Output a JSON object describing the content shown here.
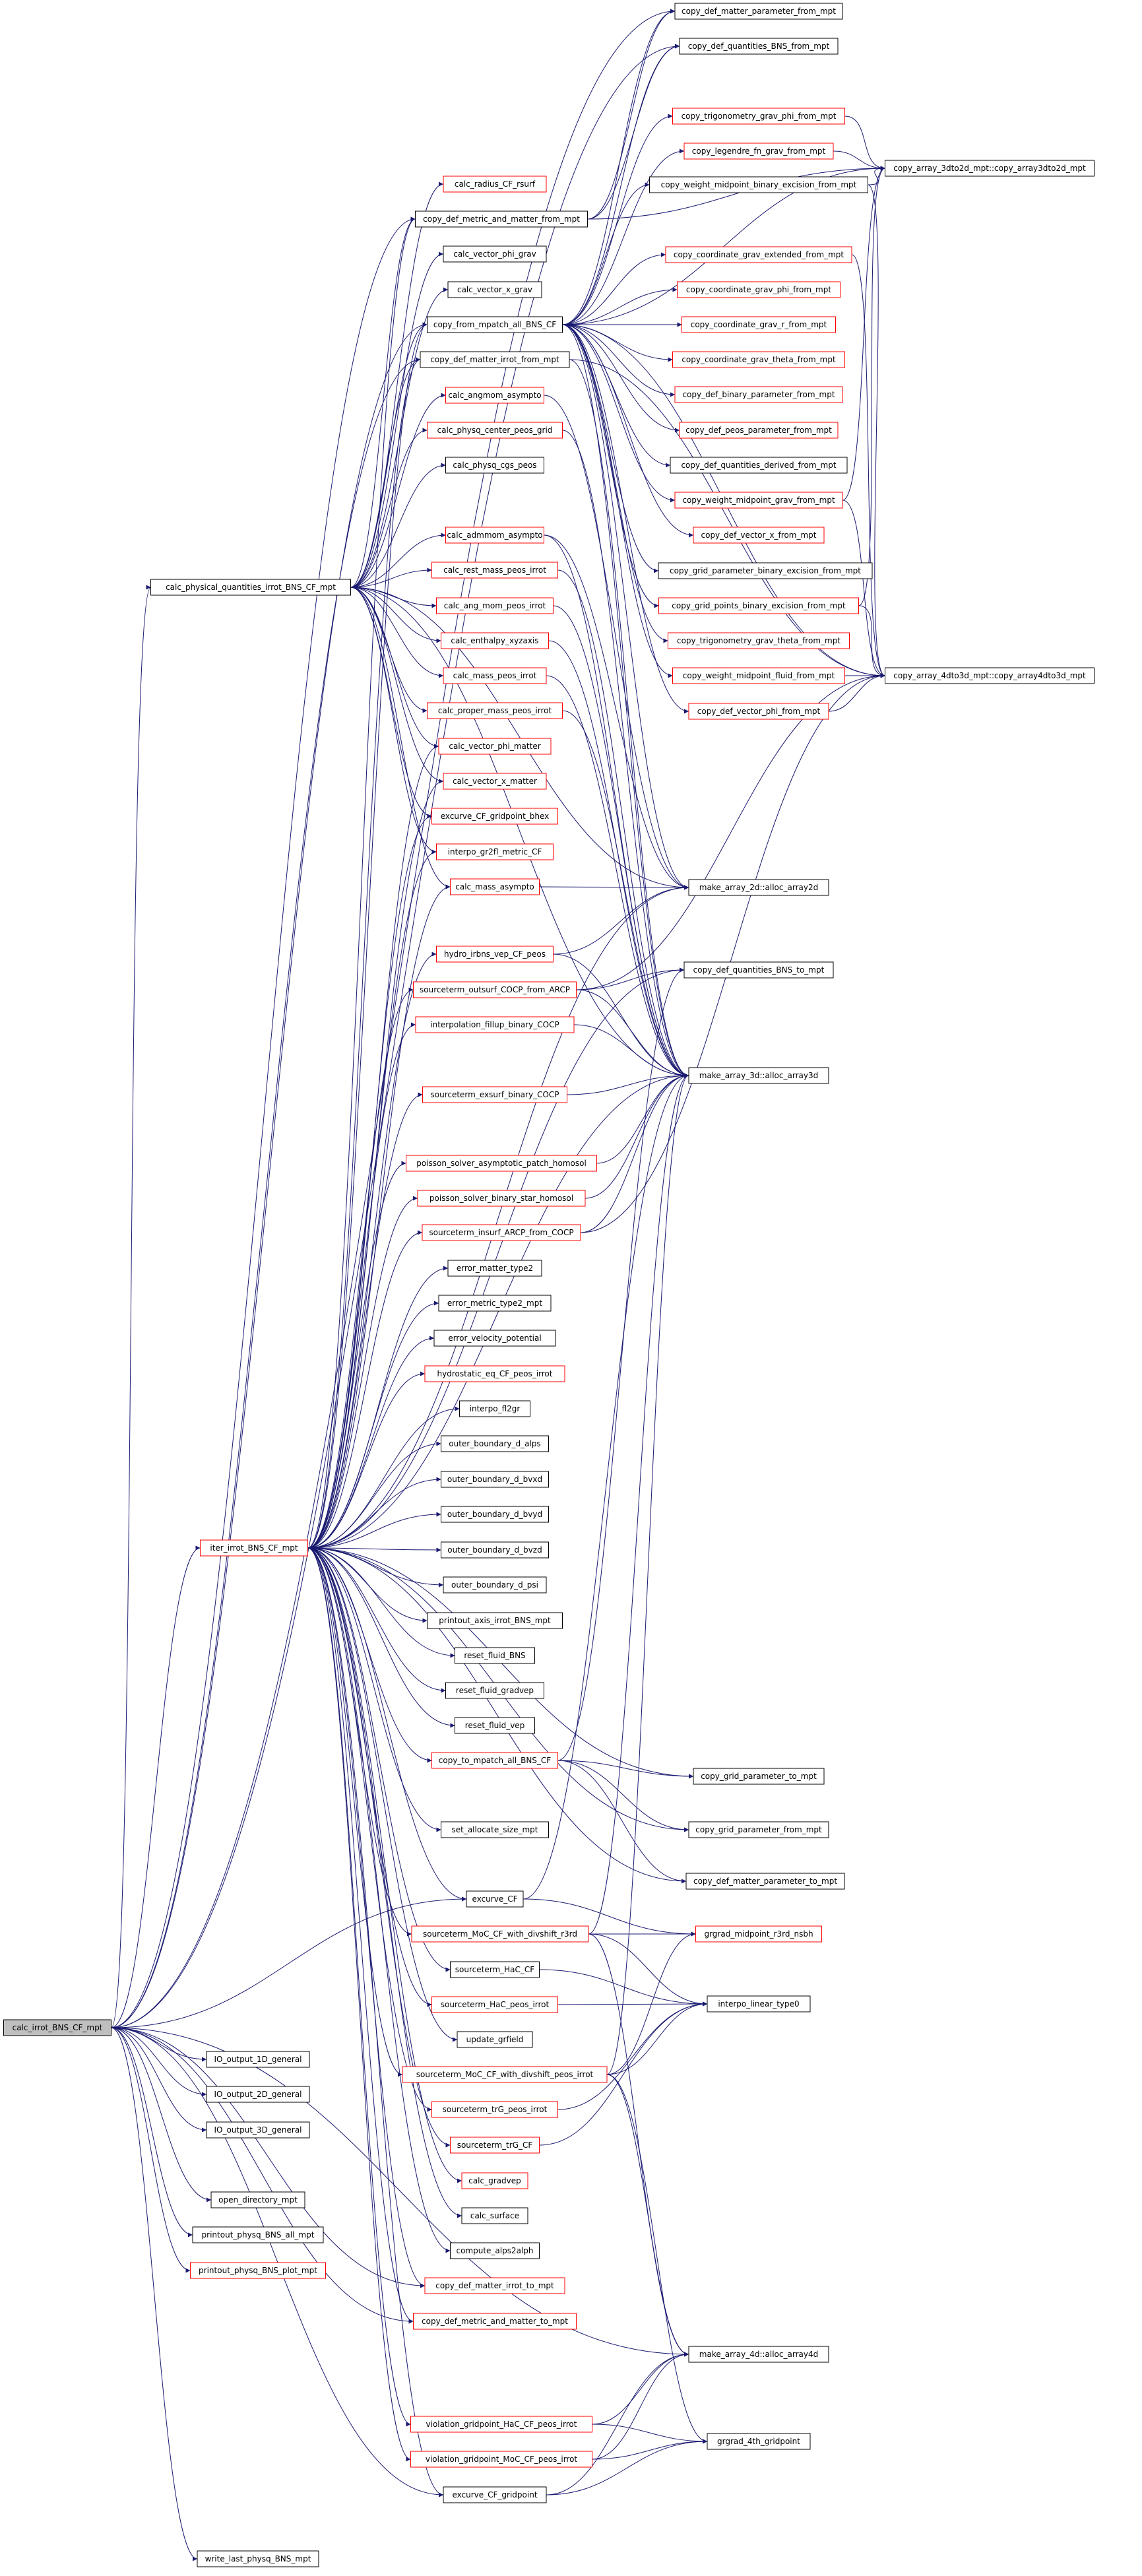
{
  "colors": {
    "edge": "#191970",
    "box_border_black": "#000000",
    "box_border_red": "#ff0000",
    "root_fill": "#bfbfbf",
    "text": "#000000"
  },
  "nodes": [
    {
      "id": "root",
      "label": "calc_irrot_BNS_CF_mpt",
      "border": "black",
      "root": true
    },
    {
      "id": "cpq",
      "label": "calc_physical_quantities_irrot_BNS_CF_mpt",
      "border": "black"
    },
    {
      "id": "iter",
      "label": "iter_irrot_BNS_CF_mpt",
      "border": "red"
    },
    {
      "id": "io1d",
      "label": "IO_output_1D_general",
      "border": "black"
    },
    {
      "id": "io2d",
      "label": "IO_output_2D_general",
      "border": "black"
    },
    {
      "id": "io3d",
      "label": "IO_output_3D_general",
      "border": "black"
    },
    {
      "id": "opendir",
      "label": "open_directory_mpt",
      "border": "black"
    },
    {
      "id": "pall",
      "label": "printout_physq_BNS_all_mpt",
      "border": "black"
    },
    {
      "id": "pplot",
      "label": "printout_physq_BNS_plot_mpt",
      "border": "red"
    },
    {
      "id": "wlast",
      "label": "write_last_physq_BNS_mpt",
      "border": "black"
    },
    {
      "id": "radius",
      "label": "calc_radius_CF_rsurf",
      "border": "red"
    },
    {
      "id": "cdefmet",
      "label": "copy_def_metric_and_matter_from_mpt",
      "border": "black"
    },
    {
      "id": "vphig",
      "label": "calc_vector_phi_grav",
      "border": "black"
    },
    {
      "id": "vxg",
      "label": "calc_vector_x_grav",
      "border": "black"
    },
    {
      "id": "cfmp",
      "label": "copy_from_mpatch_all_BNS_CF",
      "border": "black"
    },
    {
      "id": "cdmirrot",
      "label": "copy_def_matter_irrot_from_mpt",
      "border": "black"
    },
    {
      "id": "angmom",
      "label": "calc_angmom_asympto",
      "border": "red"
    },
    {
      "id": "center",
      "label": "calc_physq_center_peos_grid",
      "border": "red"
    },
    {
      "id": "cgs",
      "label": "calc_physq_cgs_peos",
      "border": "black"
    },
    {
      "id": "adm",
      "label": "calc_admmom_asympto",
      "border": "red"
    },
    {
      "id": "rest",
      "label": "calc_rest_mass_peos_irrot",
      "border": "red"
    },
    {
      "id": "angmomp",
      "label": "calc_ang_mom_peos_irrot",
      "border": "red"
    },
    {
      "id": "enth",
      "label": "calc_enthalpy_xyzaxis",
      "border": "red"
    },
    {
      "id": "mass",
      "label": "calc_mass_peos_irrot",
      "border": "red"
    },
    {
      "id": "proper",
      "label": "calc_proper_mass_peos_irrot",
      "border": "red"
    },
    {
      "id": "vphim",
      "label": "calc_vector_phi_matter",
      "border": "red"
    },
    {
      "id": "vxm",
      "label": "calc_vector_x_matter",
      "border": "red"
    },
    {
      "id": "exbhex",
      "label": "excurve_CF_gridpoint_bhex",
      "border": "red"
    },
    {
      "id": "gr2fl",
      "label": "interpo_gr2fl_metric_CF",
      "border": "red"
    },
    {
      "id": "massas",
      "label": "calc_mass_asympto",
      "border": "red"
    },
    {
      "id": "hydro",
      "label": "hydro_irbns_vep_CF_peos",
      "border": "red"
    },
    {
      "id": "outsurf",
      "label": "sourceterm_outsurf_COCP_from_ARCP",
      "border": "red"
    },
    {
      "id": "fillup",
      "label": "interpolation_fillup_binary_COCP",
      "border": "red"
    },
    {
      "id": "exsurf",
      "label": "sourceterm_exsurf_binary_COCP",
      "border": "red"
    },
    {
      "id": "poisasym",
      "label": "poisson_solver_asymptotic_patch_homosol",
      "border": "red"
    },
    {
      "id": "poisbin",
      "label": "poisson_solver_binary_star_homosol",
      "border": "red"
    },
    {
      "id": "insurf",
      "label": "sourceterm_insurf_ARCP_from_COCP",
      "border": "red"
    },
    {
      "id": "emt2",
      "label": "error_matter_type2",
      "border": "black"
    },
    {
      "id": "emet2",
      "label": "error_metric_type2_mpt",
      "border": "black"
    },
    {
      "id": "evel",
      "label": "error_velocity_potential",
      "border": "black"
    },
    {
      "id": "hydrostat",
      "label": "hydrostatic_eq_CF_peos_irrot",
      "border": "red"
    },
    {
      "id": "fl2gr",
      "label": "interpo_fl2gr",
      "border": "black"
    },
    {
      "id": "obalps",
      "label": "outer_boundary_d_alps",
      "border": "black"
    },
    {
      "id": "obbvxd",
      "label": "outer_boundary_d_bvxd",
      "border": "black"
    },
    {
      "id": "obbvyd",
      "label": "outer_boundary_d_bvyd",
      "border": "black"
    },
    {
      "id": "obbvzd",
      "label": "outer_boundary_d_bvzd",
      "border": "black"
    },
    {
      "id": "obpsi",
      "label": "outer_boundary_d_psi",
      "border": "black"
    },
    {
      "id": "paxis",
      "label": "printout_axis_irrot_BNS_mpt",
      "border": "black"
    },
    {
      "id": "rfbns",
      "label": "reset_fluid_BNS",
      "border": "black"
    },
    {
      "id": "rfgrad",
      "label": "reset_fluid_gradvep",
      "border": "black"
    },
    {
      "id": "rfvep",
      "label": "reset_fluid_vep",
      "border": "black"
    },
    {
      "id": "ctomp",
      "label": "copy_to_mpatch_all_BNS_CF",
      "border": "red"
    },
    {
      "id": "setalloc",
      "label": "set_allocate_size_mpt",
      "border": "black"
    },
    {
      "id": "excf",
      "label": "excurve_CF",
      "border": "black"
    },
    {
      "id": "mocr3d",
      "label": "sourceterm_MoC_CF_with_divshift_r3rd",
      "border": "red"
    },
    {
      "id": "hac",
      "label": "sourceterm_HaC_CF",
      "border": "black"
    },
    {
      "id": "hacpeos",
      "label": "sourceterm_HaC_peos_irrot",
      "border": "red"
    },
    {
      "id": "updgr",
      "label": "update_grfield",
      "border": "black"
    },
    {
      "id": "mocpeos",
      "label": "sourceterm_MoC_CF_with_divshift_peos_irrot",
      "border": "red"
    },
    {
      "id": "trgpeos",
      "label": "sourceterm_trG_peos_irrot",
      "border": "red"
    },
    {
      "id": "trgcf",
      "label": "sourceterm_trG_CF",
      "border": "red"
    },
    {
      "id": "gradvep",
      "label": "calc_gradvep",
      "border": "red"
    },
    {
      "id": "surface",
      "label": "calc_surface",
      "border": "black"
    },
    {
      "id": "alps2alph",
      "label": "compute_alps2alph",
      "border": "black"
    },
    {
      "id": "cdmirrto",
      "label": "copy_def_matter_irrot_to_mpt",
      "border": "red"
    },
    {
      "id": "cdmetto",
      "label": "copy_def_metric_and_matter_to_mpt",
      "border": "red"
    },
    {
      "id": "violhac",
      "label": "violation_gridpoint_HaC_CF_peos_irrot",
      "border": "red"
    },
    {
      "id": "violmoc",
      "label": "violation_gridpoint_MoC_CF_peos_irrot",
      "border": "red"
    },
    {
      "id": "excfgp",
      "label": "excurve_CF_gridpoint",
      "border": "black"
    },
    {
      "id": "cdmp",
      "label": "copy_def_matter_parameter_from_mpt",
      "border": "black"
    },
    {
      "id": "cdqbns",
      "label": "copy_def_quantities_BNS_from_mpt",
      "border": "black"
    },
    {
      "id": "ctrigphi",
      "label": "copy_trigonometry_grav_phi_from_mpt",
      "border": "red"
    },
    {
      "id": "cleg",
      "label": "copy_legendre_fn_grav_from_mpt",
      "border": "red"
    },
    {
      "id": "cwmbe",
      "label": "copy_weight_midpoint_binary_excision_from_mpt",
      "border": "black"
    },
    {
      "id": "ccge",
      "label": "copy_coordinate_grav_extended_from_mpt",
      "border": "red"
    },
    {
      "id": "ccgphi",
      "label": "copy_coordinate_grav_phi_from_mpt",
      "border": "red"
    },
    {
      "id": "ccgr",
      "label": "copy_coordinate_grav_r_from_mpt",
      "border": "red"
    },
    {
      "id": "ccgth",
      "label": "copy_coordinate_grav_theta_from_mpt",
      "border": "red"
    },
    {
      "id": "cdbp",
      "label": "copy_def_binary_parameter_from_mpt",
      "border": "red"
    },
    {
      "id": "cdpeos",
      "label": "copy_def_peos_parameter_from_mpt",
      "border": "red"
    },
    {
      "id": "cdqd",
      "label": "copy_def_quantities_derived_from_mpt",
      "border": "black"
    },
    {
      "id": "cwmg",
      "label": "copy_weight_midpoint_grav_from_mpt",
      "border": "red"
    },
    {
      "id": "cdvx",
      "label": "copy_def_vector_x_from_mpt",
      "border": "red"
    },
    {
      "id": "cgpbe",
      "label": "copy_grid_parameter_binary_excision_from_mpt",
      "border": "black"
    },
    {
      "id": "cgptbe",
      "label": "copy_grid_points_binary_excision_from_mpt",
      "border": "red"
    },
    {
      "id": "ctrigth",
      "label": "copy_trigonometry_grav_theta_from_mpt",
      "border": "red"
    },
    {
      "id": "cwmf",
      "label": "copy_weight_midpoint_fluid_from_mpt",
      "border": "red"
    },
    {
      "id": "cdvphi",
      "label": "copy_def_vector_phi_from_mpt",
      "border": "red"
    },
    {
      "id": "arr3d",
      "label": "copy_array_3dto2d_mpt::copy_array3dto2d_mpt",
      "border": "black"
    },
    {
      "id": "arr4d",
      "label": "copy_array_4dto3d_mpt::copy_array4dto3d_mpt",
      "border": "black"
    },
    {
      "id": "ma2d",
      "label": "make_array_2d::alloc_array2d",
      "border": "black"
    },
    {
      "id": "cdqbto",
      "label": "copy_def_quantities_BNS_to_mpt",
      "border": "black"
    },
    {
      "id": "ma3d",
      "label": "make_array_3d::alloc_array3d",
      "border": "black"
    },
    {
      "id": "cgpto",
      "label": "copy_grid_parameter_to_mpt",
      "border": "black"
    },
    {
      "id": "cgpfrom",
      "label": "copy_grid_parameter_from_mpt",
      "border": "black"
    },
    {
      "id": "cdmpto",
      "label": "copy_def_matter_parameter_to_mpt",
      "border": "black"
    },
    {
      "id": "grgmid",
      "label": "grgrad_midpoint_r3rd_nsbh",
      "border": "red"
    },
    {
      "id": "interplin",
      "label": "interpo_linear_type0",
      "border": "black"
    },
    {
      "id": "ma4d",
      "label": "make_array_4d::alloc_array4d",
      "border": "black"
    },
    {
      "id": "grg4th",
      "label": "grgrad_4th_gridpoint",
      "border": "black"
    }
  ],
  "edges": [
    [
      "root",
      "cpq"
    ],
    [
      "root",
      "iter"
    ],
    [
      "root",
      "io1d"
    ],
    [
      "root",
      "io2d"
    ],
    [
      "root",
      "io3d"
    ],
    [
      "root",
      "opendir"
    ],
    [
      "root",
      "pall"
    ],
    [
      "root",
      "pplot"
    ],
    [
      "root",
      "wlast"
    ],
    [
      "root",
      "cdmp"
    ],
    [
      "root",
      "cdqbns"
    ],
    [
      "root",
      "cdefmet"
    ],
    [
      "root",
      "cfmp"
    ],
    [
      "root",
      "cdmirrot"
    ],
    [
      "root",
      "excf"
    ],
    [
      "root",
      "excfgp"
    ],
    [
      "root",
      "ma4d"
    ],
    [
      "root",
      "cdmetto"
    ],
    [
      "root",
      "cdmirrto"
    ],
    [
      "cpq",
      "radius"
    ],
    [
      "cpq",
      "cdefmet"
    ],
    [
      "cpq",
      "vphig"
    ],
    [
      "cpq",
      "vxg"
    ],
    [
      "cpq",
      "cfmp"
    ],
    [
      "cpq",
      "cdmirrot"
    ],
    [
      "cpq",
      "angmom"
    ],
    [
      "cpq",
      "center"
    ],
    [
      "cpq",
      "cgs"
    ],
    [
      "cpq",
      "adm"
    ],
    [
      "cpq",
      "rest"
    ],
    [
      "cpq",
      "angmomp"
    ],
    [
      "cpq",
      "enth"
    ],
    [
      "cpq",
      "mass"
    ],
    [
      "cpq",
      "proper"
    ],
    [
      "cpq",
      "vphim"
    ],
    [
      "cpq",
      "vxm"
    ],
    [
      "cpq",
      "exbhex"
    ],
    [
      "cpq",
      "gr2fl"
    ],
    [
      "cpq",
      "massas"
    ],
    [
      "cpq",
      "ma2d"
    ],
    [
      "cpq",
      "ma3d"
    ],
    [
      "iter",
      "hydro"
    ],
    [
      "iter",
      "outsurf"
    ],
    [
      "iter",
      "fillup"
    ],
    [
      "iter",
      "exsurf"
    ],
    [
      "iter",
      "poisasym"
    ],
    [
      "iter",
      "poisbin"
    ],
    [
      "iter",
      "insurf"
    ],
    [
      "iter",
      "emt2"
    ],
    [
      "iter",
      "emet2"
    ],
    [
      "iter",
      "evel"
    ],
    [
      "iter",
      "hydrostat"
    ],
    [
      "iter",
      "fl2gr"
    ],
    [
      "iter",
      "obalps"
    ],
    [
      "iter",
      "obbvxd"
    ],
    [
      "iter",
      "obbvyd"
    ],
    [
      "iter",
      "obbvzd"
    ],
    [
      "iter",
      "obpsi"
    ],
    [
      "iter",
      "paxis"
    ],
    [
      "iter",
      "rfbns"
    ],
    [
      "iter",
      "rfgrad"
    ],
    [
      "iter",
      "rfvep"
    ],
    [
      "iter",
      "ctomp"
    ],
    [
      "iter",
      "setalloc"
    ],
    [
      "iter",
      "excf"
    ],
    [
      "iter",
      "mocr3d"
    ],
    [
      "iter",
      "hac"
    ],
    [
      "iter",
      "hacpeos"
    ],
    [
      "iter",
      "updgr"
    ],
    [
      "iter",
      "mocpeos"
    ],
    [
      "iter",
      "trgpeos"
    ],
    [
      "iter",
      "trgcf"
    ],
    [
      "iter",
      "gradvep"
    ],
    [
      "iter",
      "surface"
    ],
    [
      "iter",
      "alps2alph"
    ],
    [
      "iter",
      "cdmirrto"
    ],
    [
      "iter",
      "cdmetto"
    ],
    [
      "iter",
      "violhac"
    ],
    [
      "iter",
      "violmoc"
    ],
    [
      "iter",
      "excfgp"
    ],
    [
      "iter",
      "cfmp"
    ],
    [
      "iter",
      "cdmirrot"
    ],
    [
      "iter",
      "cdefmet"
    ],
    [
      "iter",
      "cgpto"
    ],
    [
      "iter",
      "cgpfrom"
    ],
    [
      "iter",
      "cdmpto"
    ],
    [
      "iter",
      "ma2d"
    ],
    [
      "iter",
      "ma3d"
    ],
    [
      "iter",
      "vphim"
    ],
    [
      "iter",
      "vxm"
    ],
    [
      "iter",
      "exbhex"
    ],
    [
      "iter",
      "gr2fl"
    ],
    [
      "iter",
      "massas"
    ],
    [
      "iter",
      "cdqbto"
    ],
    [
      "cdefmet",
      "cdmp"
    ],
    [
      "cdefmet",
      "cdqbns"
    ],
    [
      "cdefmet",
      "arr3d"
    ],
    [
      "cfmp",
      "cdmp"
    ],
    [
      "cfmp",
      "cdqbns"
    ],
    [
      "cfmp",
      "ctrigphi"
    ],
    [
      "cfmp",
      "cleg"
    ],
    [
      "cfmp",
      "cwmbe"
    ],
    [
      "cfmp",
      "ccge"
    ],
    [
      "cfmp",
      "ccgphi"
    ],
    [
      "cfmp",
      "ccgr"
    ],
    [
      "cfmp",
      "ccgth"
    ],
    [
      "cfmp",
      "cdbp"
    ],
    [
      "cfmp",
      "cdpeos"
    ],
    [
      "cfmp",
      "cdqd"
    ],
    [
      "cfmp",
      "cwmg"
    ],
    [
      "cfmp",
      "cdvx"
    ],
    [
      "cfmp",
      "cgpbe"
    ],
    [
      "cfmp",
      "cgptbe"
    ],
    [
      "cfmp",
      "ctrigth"
    ],
    [
      "cfmp",
      "cwmf"
    ],
    [
      "cfmp",
      "cdvphi"
    ],
    [
      "cfmp",
      "arr3d"
    ],
    [
      "cfmp",
      "arr4d"
    ],
    [
      "cfmp",
      "ma3d"
    ],
    [
      "cfmp",
      "ma2d"
    ],
    [
      "ctrigphi",
      "arr3d"
    ],
    [
      "cleg",
      "arr3d"
    ],
    [
      "cwmbe",
      "arr3d"
    ],
    [
      "cwmbe",
      "arr4d"
    ],
    [
      "ccge",
      "arr4d"
    ],
    [
      "cwmg",
      "arr3d"
    ],
    [
      "cwmg",
      "arr4d"
    ],
    [
      "cgptbe",
      "arr3d"
    ],
    [
      "cgptbe",
      "arr4d"
    ],
    [
      "cwmf",
      "arr4d"
    ],
    [
      "cdvphi",
      "arr4d"
    ],
    [
      "cdmirrot",
      "ma3d"
    ],
    [
      "cdmirrot",
      "arr4d"
    ],
    [
      "angmom",
      "ma2d"
    ],
    [
      "center",
      "ma3d"
    ],
    [
      "adm",
      "ma2d"
    ],
    [
      "adm",
      "ma3d"
    ],
    [
      "rest",
      "ma3d"
    ],
    [
      "angmomp",
      "ma3d"
    ],
    [
      "enth",
      "ma3d"
    ],
    [
      "mass",
      "ma3d"
    ],
    [
      "proper",
      "ma3d"
    ],
    [
      "massas",
      "ma2d"
    ],
    [
      "hydro",
      "ma2d"
    ],
    [
      "hydro",
      "ma3d"
    ],
    [
      "outsurf",
      "ma3d"
    ],
    [
      "outsurf",
      "arr4d"
    ],
    [
      "outsurf",
      "cdqbto"
    ],
    [
      "fillup",
      "ma3d"
    ],
    [
      "exsurf",
      "ma3d"
    ],
    [
      "poisasym",
      "ma3d"
    ],
    [
      "poisbin",
      "ma3d"
    ],
    [
      "insurf",
      "ma3d"
    ],
    [
      "insurf",
      "arr4d"
    ],
    [
      "ctomp",
      "cgpto"
    ],
    [
      "ctomp",
      "cgpfrom"
    ],
    [
      "ctomp",
      "cdmpto"
    ],
    [
      "ctomp",
      "cdqbto"
    ],
    [
      "excf",
      "ma3d"
    ],
    [
      "excf",
      "grgmid"
    ],
    [
      "mocr3d",
      "grgmid"
    ],
    [
      "mocr3d",
      "interplin"
    ],
    [
      "mocr3d",
      "ma3d"
    ],
    [
      "mocr3d",
      "ma4d"
    ],
    [
      "hac",
      "interplin"
    ],
    [
      "hacpeos",
      "interplin"
    ],
    [
      "mocpeos",
      "grgmid"
    ],
    [
      "mocpeos",
      "interplin"
    ],
    [
      "mocpeos",
      "ma3d"
    ],
    [
      "mocpeos",
      "ma4d"
    ],
    [
      "mocpeos",
      "grg4th"
    ],
    [
      "trgpeos",
      "interplin"
    ],
    [
      "trgcf",
      "interplin"
    ],
    [
      "violhac",
      "grg4th"
    ],
    [
      "violhac",
      "ma4d"
    ],
    [
      "violmoc",
      "grg4th"
    ],
    [
      "violmoc",
      "ma4d"
    ],
    [
      "excfgp",
      "grg4th"
    ],
    [
      "excfgp",
      "ma4d"
    ]
  ]
}
